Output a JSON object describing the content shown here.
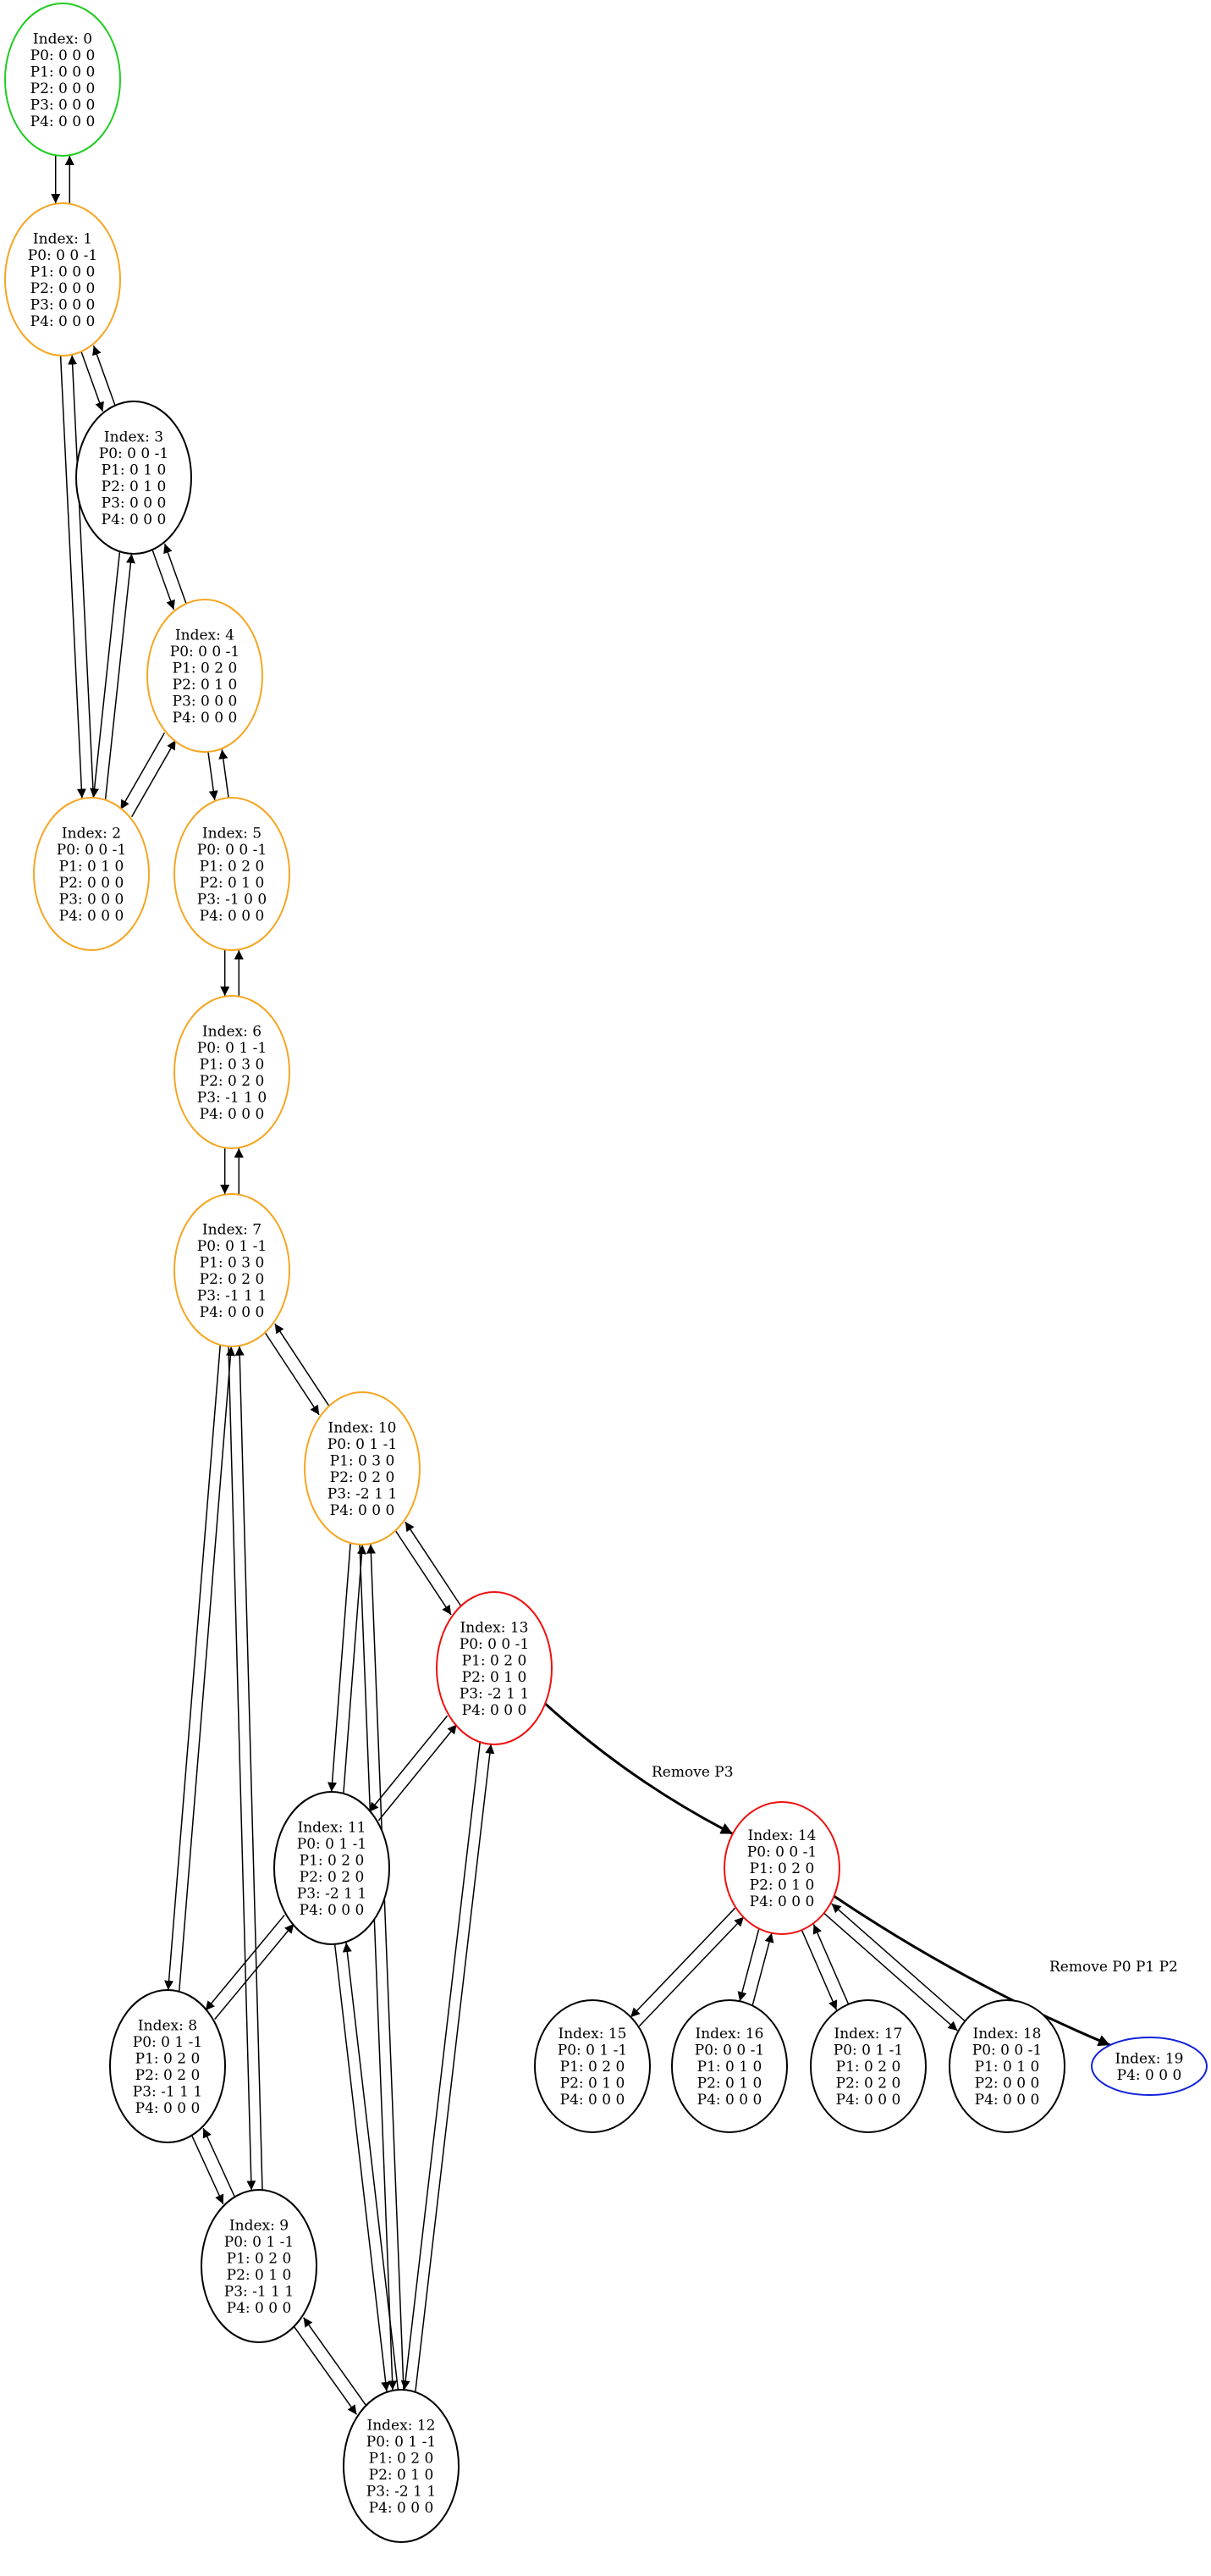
{
  "colors": {
    "start": "#22cc22",
    "normal": "#000000",
    "pending": "#f5a623",
    "alert": "#ee1111",
    "goal": "#1122dd",
    "edge": "#000000"
  },
  "nodes": [
    {
      "id": "0",
      "status": "start",
      "lines": [
        "Index: 0",
        "P0: 0 0 0",
        "P1: 0 0 0",
        "P2: 0 0 0",
        "P3: 0 0 0",
        "P4: 0 0 0"
      ]
    },
    {
      "id": "1",
      "status": "pending",
      "lines": [
        "Index: 1",
        "P0: 0 0 -1",
        "P1: 0 0 0",
        "P2: 0 0 0",
        "P3: 0 0 0",
        "P4: 0 0 0"
      ]
    },
    {
      "id": "3",
      "status": "normal",
      "lines": [
        "Index: 3",
        "P0: 0 0 -1",
        "P1: 0 1 0",
        "P2: 0 1 0",
        "P3: 0 0 0",
        "P4: 0 0 0"
      ]
    },
    {
      "id": "4",
      "status": "pending",
      "lines": [
        "Index: 4",
        "P0: 0 0 -1",
        "P1: 0 2 0",
        "P2: 0 1 0",
        "P3: 0 0 0",
        "P4: 0 0 0"
      ]
    },
    {
      "id": "2",
      "status": "pending",
      "lines": [
        "Index: 2",
        "P0: 0 0 -1",
        "P1: 0 1 0",
        "P2: 0 0 0",
        "P3: 0 0 0",
        "P4: 0 0 0"
      ]
    },
    {
      "id": "5",
      "status": "pending",
      "lines": [
        "Index: 5",
        "P0: 0 0 -1",
        "P1: 0 2 0",
        "P2: 0 1 0",
        "P3: -1 0 0",
        "P4: 0 0 0"
      ]
    },
    {
      "id": "6",
      "status": "pending",
      "lines": [
        "Index: 6",
        "P0: 0 1 -1",
        "P1: 0 3 0",
        "P2: 0 2 0",
        "P3: -1 1 0",
        "P4: 0 0 0"
      ]
    },
    {
      "id": "7",
      "status": "pending",
      "lines": [
        "Index: 7",
        "P0: 0 1 -1",
        "P1: 0 3 0",
        "P2: 0 2 0",
        "P3: -1 1 1",
        "P4: 0 0 0"
      ]
    },
    {
      "id": "10",
      "status": "pending",
      "lines": [
        "Index: 10",
        "P0: 0 1 -1",
        "P1: 0 3 0",
        "P2: 0 2 0",
        "P3: -2 1 1",
        "P4: 0 0 0"
      ]
    },
    {
      "id": "13",
      "status": "alert",
      "lines": [
        "Index: 13",
        "P0: 0 0 -1",
        "P1: 0 2 0",
        "P2: 0 1 0",
        "P3: -2 1 1",
        "P4: 0 0 0"
      ]
    },
    {
      "id": "11",
      "status": "normal",
      "lines": [
        "Index: 11",
        "P0: 0 1 -1",
        "P1: 0 2 0",
        "P2: 0 2 0",
        "P3: -2 1 1",
        "P4: 0 0 0"
      ]
    },
    {
      "id": "14",
      "status": "alert",
      "lines": [
        "Index: 14",
        "P0: 0 0 -1",
        "P1: 0 2 0",
        "P2: 0 1 0",
        "P4: 0 0 0"
      ]
    },
    {
      "id": "8",
      "status": "normal",
      "lines": [
        "Index: 8",
        "P0: 0 1 -1",
        "P1: 0 2 0",
        "P2: 0 2 0",
        "P3: -1 1 1",
        "P4: 0 0 0"
      ]
    },
    {
      "id": "15",
      "status": "normal",
      "lines": [
        "Index: 15",
        "P0: 0 1 -1",
        "P1: 0 2 0",
        "P2: 0 1 0",
        "P4: 0 0 0"
      ]
    },
    {
      "id": "16",
      "status": "normal",
      "lines": [
        "Index: 16",
        "P0: 0 0 -1",
        "P1: 0 1 0",
        "P2: 0 1 0",
        "P4: 0 0 0"
      ]
    },
    {
      "id": "17",
      "status": "normal",
      "lines": [
        "Index: 17",
        "P0: 0 1 -1",
        "P1: 0 2 0",
        "P2: 0 2 0",
        "P4: 0 0 0"
      ]
    },
    {
      "id": "18",
      "status": "normal",
      "lines": [
        "Index: 18",
        "P0: 0 0 -1",
        "P1: 0 1 0",
        "P2: 0 0 0",
        "P4: 0 0 0"
      ]
    },
    {
      "id": "19",
      "status": "goal",
      "lines": [
        "Index: 19",
        "P4: 0 0 0"
      ]
    },
    {
      "id": "9",
      "status": "normal",
      "lines": [
        "Index: 9",
        "P0: 0 1 -1",
        "P1: 0 2 0",
        "P2: 0 1 0",
        "P3: -1 1 1",
        "P4: 0 0 0"
      ]
    },
    {
      "id": "12",
      "status": "normal",
      "lines": [
        "Index: 12",
        "P0: 0 1 -1",
        "P1: 0 2 0",
        "P2: 0 1 0",
        "P3: -2 1 1",
        "P4: 0 0 0"
      ]
    }
  ],
  "edges": [
    {
      "from": "0",
      "to": "1"
    },
    {
      "from": "1",
      "to": "0"
    },
    {
      "from": "1",
      "to": "3"
    },
    {
      "from": "3",
      "to": "1"
    },
    {
      "from": "1",
      "to": "2"
    },
    {
      "from": "2",
      "to": "1"
    },
    {
      "from": "3",
      "to": "4"
    },
    {
      "from": "4",
      "to": "3"
    },
    {
      "from": "3",
      "to": "2"
    },
    {
      "from": "2",
      "to": "3"
    },
    {
      "from": "4",
      "to": "2"
    },
    {
      "from": "2",
      "to": "4"
    },
    {
      "from": "4",
      "to": "5"
    },
    {
      "from": "5",
      "to": "4"
    },
    {
      "from": "5",
      "to": "6"
    },
    {
      "from": "6",
      "to": "5"
    },
    {
      "from": "6",
      "to": "7"
    },
    {
      "from": "7",
      "to": "6"
    },
    {
      "from": "7",
      "to": "10"
    },
    {
      "from": "10",
      "to": "7"
    },
    {
      "from": "7",
      "to": "8"
    },
    {
      "from": "8",
      "to": "7"
    },
    {
      "from": "7",
      "to": "9"
    },
    {
      "from": "9",
      "to": "7"
    },
    {
      "from": "10",
      "to": "13"
    },
    {
      "from": "13",
      "to": "10"
    },
    {
      "from": "10",
      "to": "11"
    },
    {
      "from": "11",
      "to": "10"
    },
    {
      "from": "10",
      "to": "12"
    },
    {
      "from": "12",
      "to": "10"
    },
    {
      "from": "13",
      "to": "11"
    },
    {
      "from": "11",
      "to": "13"
    },
    {
      "from": "13",
      "to": "12"
    },
    {
      "from": "12",
      "to": "13"
    },
    {
      "from": "13",
      "to": "14",
      "label": "Remove P3",
      "bold": true
    },
    {
      "from": "11",
      "to": "8"
    },
    {
      "from": "8",
      "to": "11"
    },
    {
      "from": "11",
      "to": "12"
    },
    {
      "from": "12",
      "to": "11"
    },
    {
      "from": "8",
      "to": "9"
    },
    {
      "from": "9",
      "to": "8"
    },
    {
      "from": "9",
      "to": "12"
    },
    {
      "from": "12",
      "to": "9"
    },
    {
      "from": "14",
      "to": "15"
    },
    {
      "from": "15",
      "to": "14"
    },
    {
      "from": "14",
      "to": "16"
    },
    {
      "from": "16",
      "to": "14"
    },
    {
      "from": "14",
      "to": "17"
    },
    {
      "from": "17",
      "to": "14"
    },
    {
      "from": "14",
      "to": "18"
    },
    {
      "from": "18",
      "to": "14"
    },
    {
      "from": "14",
      "to": "19",
      "label": "Remove P0 P1 P2",
      "bold": true
    }
  ]
}
